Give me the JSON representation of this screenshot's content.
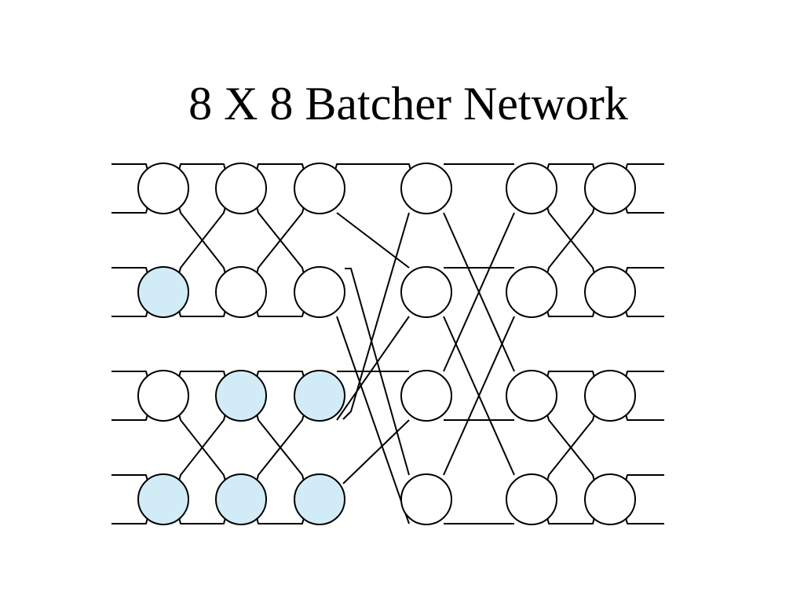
{
  "title": "8 X 8 Batcher Network",
  "diagram": {
    "stages": 6,
    "rows": 4,
    "highlight_color": "#d1ecf6",
    "node_color": "#ffffff",
    "line_color": "#000000",
    "highlighted_nodes": [
      {
        "stage": 1,
        "row": 2
      },
      {
        "stage": 1,
        "row": 4
      },
      {
        "stage": 2,
        "row": 3
      },
      {
        "stage": 2,
        "row": 4
      },
      {
        "stage": 3,
        "row": 3
      },
      {
        "stage": 3,
        "row": 4
      }
    ]
  }
}
